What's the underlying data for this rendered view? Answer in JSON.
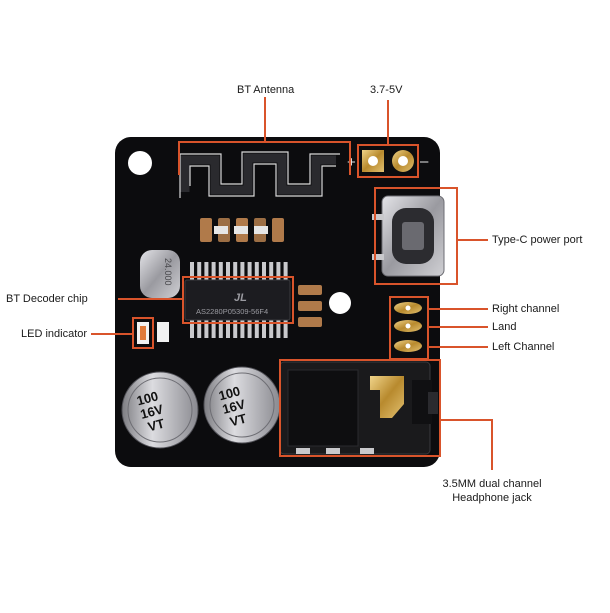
{
  "labels": {
    "bt_antenna": "BT Antenna",
    "voltage": "3.7-5V",
    "type_c": "Type-C power port",
    "bt_chip": "BT Decoder chip",
    "right_channel": "Right channel",
    "land": "Land",
    "led": "LED indicator",
    "left_channel": "Left Channel",
    "jack_line1": "3.5MM dual channel",
    "jack_line2": "Headphone jack"
  },
  "board_markings": {
    "plus": "+",
    "minus": "–",
    "crystal": "24.000",
    "chip_logo": "JL",
    "chip_code": "AS2280P05309-56F4",
    "cap1": [
      "100",
      "16V",
      "VT"
    ],
    "cap2": [
      "100",
      "16V",
      "VT"
    ]
  },
  "colors": {
    "callout": "#d9542b",
    "board": "#0c0c0e",
    "silk": "#e8e8e8",
    "gold": "#c9a14a",
    "metal": "#b8b8bc"
  }
}
